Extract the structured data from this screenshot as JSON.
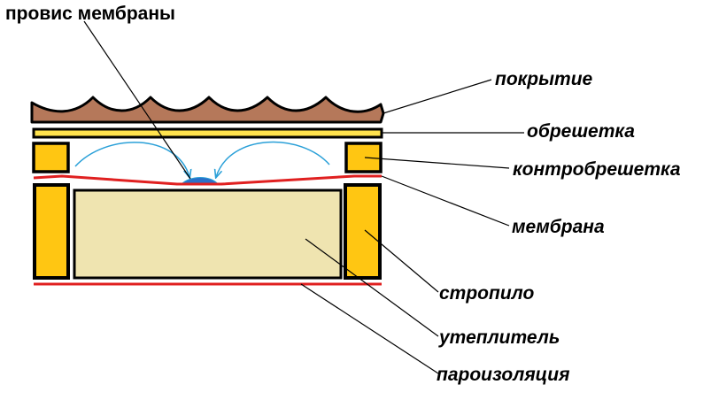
{
  "labels": {
    "sag": "провис мембраны",
    "covering": "покрытие",
    "batten": "обрешетка",
    "counter_batten": "контробрешетка",
    "membrane": "мембрана",
    "rafter": "стропило",
    "insulation": "утеплитель",
    "vapor_barrier": "пароизоляция"
  },
  "colors": {
    "covering": "#b5785a",
    "batten": "#ffe34d",
    "wood": "#ffc612",
    "insulation": "#efe4b0",
    "membrane": "#e02020",
    "airflow": "#2aa0d8",
    "condensate": "#2a70c8",
    "outline": "#000000"
  }
}
